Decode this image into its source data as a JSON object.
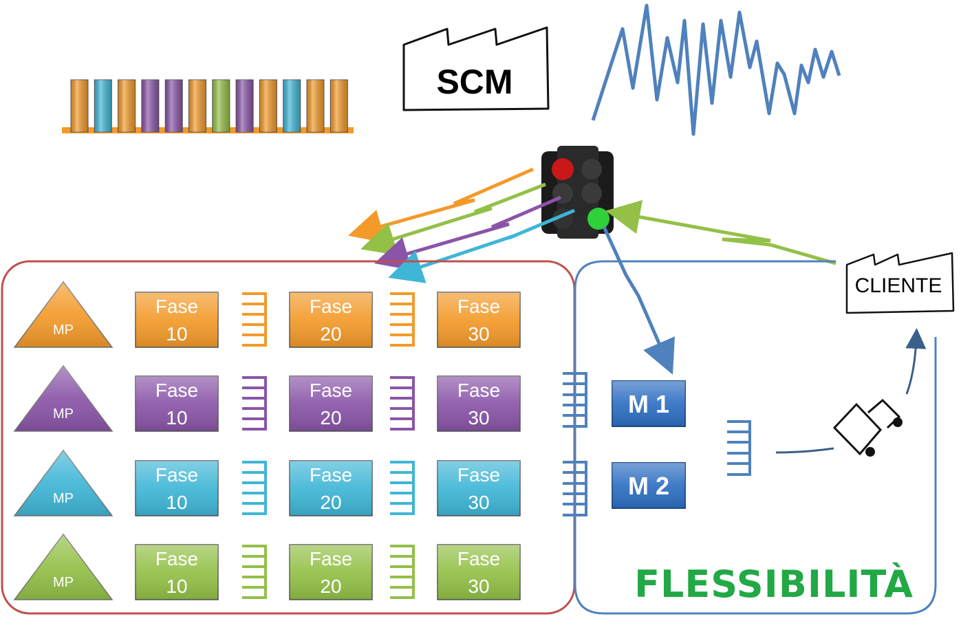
{
  "scm_label": "SCM",
  "cliente_label": "CLIENTE",
  "flex_label": "FLESSIBILITÀ",
  "colors": {
    "orange": "#f39a2a",
    "purple": "#8a55a8",
    "cyan": "#3fb6d6",
    "green": "#93c047",
    "red_frame": "#c0504d",
    "blue_frame": "#4f81bd",
    "machine": "#2e6fc2",
    "flex_text": "#22a845"
  },
  "queue_colors": [
    "orange",
    "cyan",
    "orange",
    "purple",
    "purple",
    "orange",
    "green",
    "purple",
    "orange",
    "cyan",
    "orange",
    "orange"
  ],
  "rows": [
    {
      "color": "orange",
      "mp": "MP",
      "phases": [
        {
          "l1": "Fase",
          "l2": "10"
        },
        {
          "l1": "Fase",
          "l2": "20"
        },
        {
          "l1": "Fase",
          "l2": "30"
        }
      ]
    },
    {
      "color": "purple",
      "mp": "MP",
      "phases": [
        {
          "l1": "Fase",
          "l2": "10"
        },
        {
          "l1": "Fase",
          "l2": "20"
        },
        {
          "l1": "Fase",
          "l2": "30"
        }
      ]
    },
    {
      "color": "cyan",
      "mp": "MP",
      "phases": [
        {
          "l1": "Fase",
          "l2": "10"
        },
        {
          "l1": "Fase",
          "l2": "20"
        },
        {
          "l1": "Fase",
          "l2": "30"
        }
      ]
    },
    {
      "color": "green",
      "mp": "MP",
      "phases": [
        {
          "l1": "Fase",
          "l2": "10"
        },
        {
          "l1": "Fase",
          "l2": "20"
        },
        {
          "l1": "Fase",
          "l2": "30"
        }
      ]
    }
  ],
  "machines": [
    {
      "label": "M 1"
    },
    {
      "label": "M 2"
    }
  ],
  "icons": {
    "traffic_light": "traffic-light-icon",
    "factory": "factory-icon",
    "forklift": "forklift-icon",
    "demand_wave": "demand-wave-icon"
  }
}
